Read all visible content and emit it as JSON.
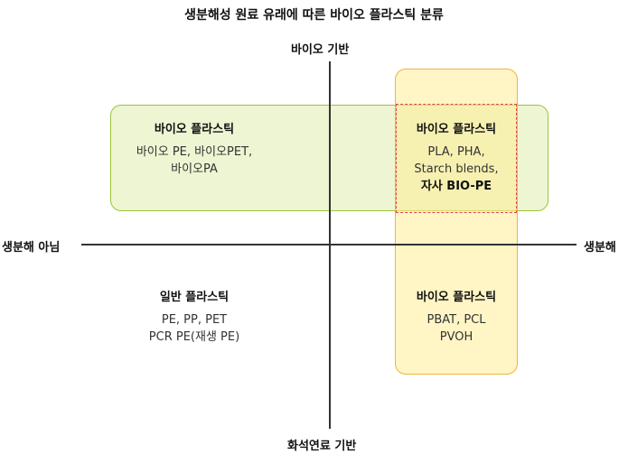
{
  "title": "생분해성 원료 유래에 따른 바이오 플라스틱 분류",
  "axes": {
    "top": "바이오 기반",
    "bottom": "화석연료 기반",
    "left": "생분해 아님",
    "right": "생분해"
  },
  "quadrants": {
    "top_left": {
      "heading": "바이오 플라스틱",
      "lines": [
        "바이오 PE, 바이오PET,",
        "바이오PA"
      ]
    },
    "top_right": {
      "heading": "바이오 플라스틱",
      "lines": [
        "PLA, PHA,",
        "Starch blends,"
      ],
      "highlight": "자사 BIO-PE"
    },
    "bottom_left": {
      "heading": "일반 플라스틱",
      "lines": [
        "PE, PP, PET",
        "PCR PE(재생 PE)"
      ]
    },
    "bottom_right": {
      "heading": "바이오 플라스틱",
      "lines": [
        "PBAT, PCL",
        "PVOH"
      ]
    }
  },
  "colors": {
    "bio_based_fill": "#eef5d3",
    "bio_based_border": "#9dc33b",
    "biodegradable_fill": "#fff0a8",
    "biodegradable_border": "#f0b43a",
    "highlight_border": "#e04646"
  }
}
